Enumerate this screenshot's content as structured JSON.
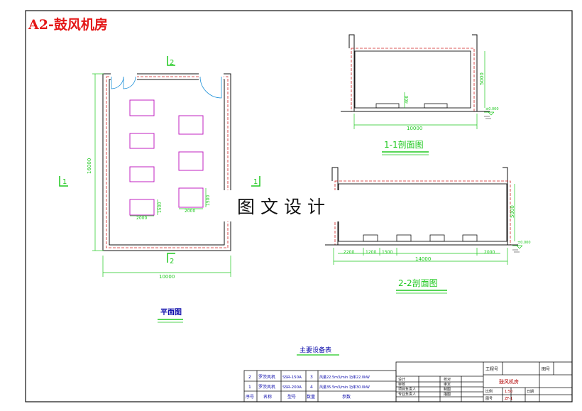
{
  "sheet_title": "A2-鼓风机房",
  "watermark": "图文设计",
  "plan": {
    "title": "平面图",
    "section_mark_top": "2",
    "section_mark_bottom": "2",
    "section_mark_left": "1",
    "section_mark_right": "1",
    "dim_width": "10000",
    "dim_height": "16000",
    "dim_unit_w1": "2000",
    "dim_unit_w2": "2000",
    "dim_unit_h1": "1500",
    "dim_unit_h2": "1500"
  },
  "section_1": {
    "title": "1-1剖面图",
    "dim_width": "10000",
    "dim_height": "5000",
    "dim_base": "400",
    "level": "±0.000"
  },
  "section_2": {
    "title": "2-2剖面图",
    "dim_width": "14000",
    "dim_height": "5000",
    "dims_bottom": [
      "2200",
      "1200",
      "1500",
      "2000"
    ],
    "level": "±0.000"
  },
  "equipment": {
    "title": "主要设备表",
    "header": [
      "序号",
      "名称",
      "型号",
      "数量",
      "参数"
    ],
    "rows": [
      [
        "2",
        "罗茨风机",
        "SSR-150A",
        "3",
        "风量22.5m3/min 功率22.0kW"
      ],
      [
        "1",
        "罗茨风机",
        "SSR-200A",
        "4",
        "风量35.5m3/min 功率30.0kW"
      ]
    ]
  },
  "title_block": {
    "project_no_label": "工程号",
    "drawing_no_label": "图号",
    "drawing_name": "鼓风机房",
    "scale_label": "比例",
    "scale_value": "1:50",
    "date_label": "日期",
    "sheet_label": "图号",
    "sheet_value": "ZF-1",
    "left_col": [
      "设计",
      "审核",
      "项目负责人",
      "专业负责人"
    ],
    "mid_col": [
      "校对",
      "审定",
      "制图",
      "描图"
    ]
  }
}
